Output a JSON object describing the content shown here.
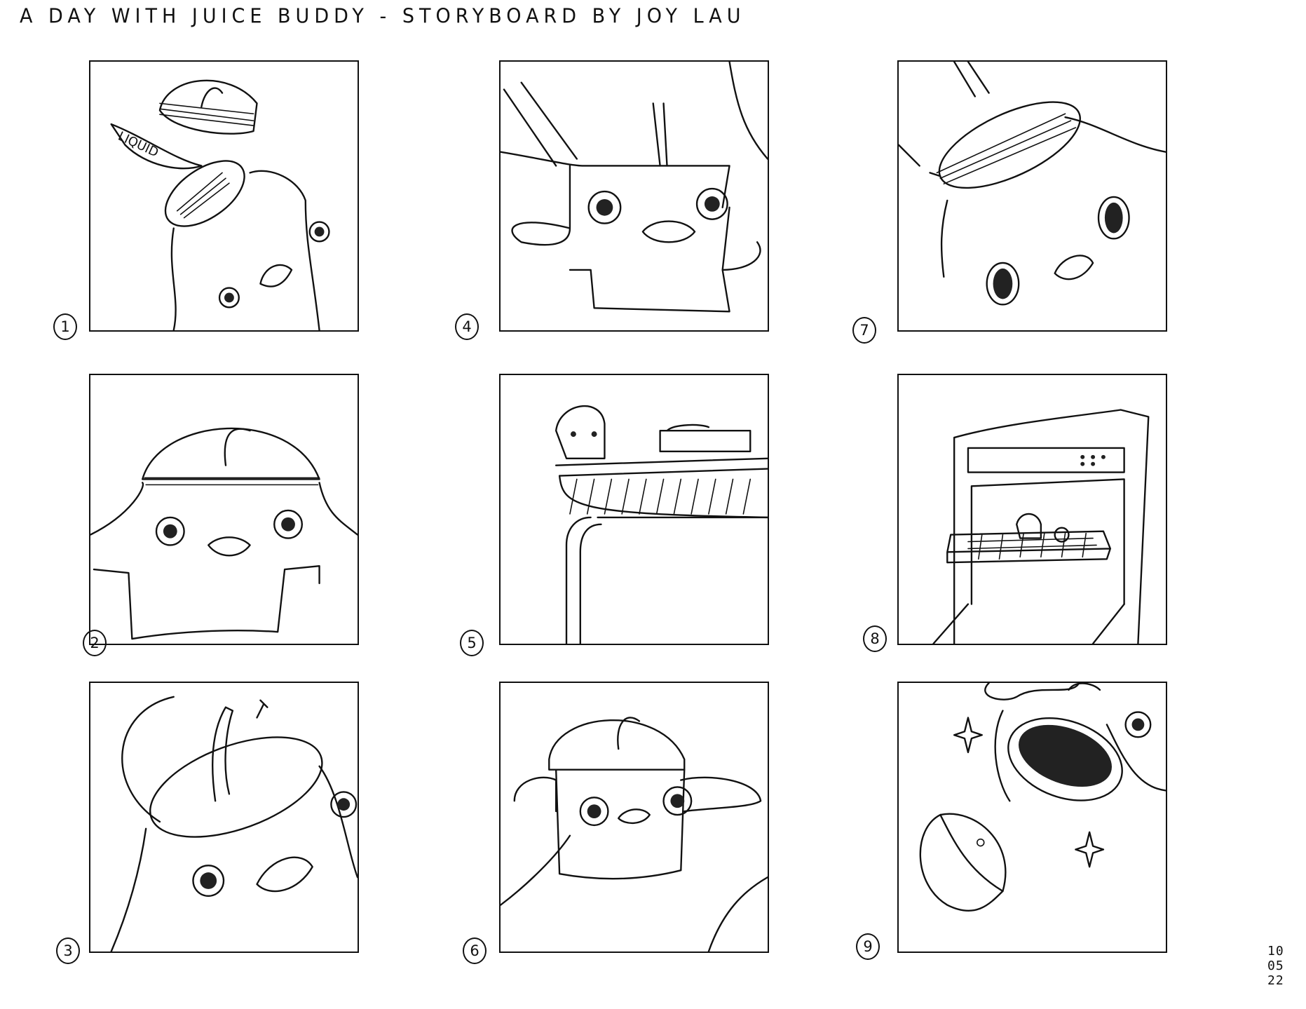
{
  "title": "A DAY WITH JUICE BUDDY - STORYBOARD BY JOY LAU",
  "date": {
    "line1": "10",
    "line2": "05",
    "line3": "22"
  },
  "panels": [
    {
      "number": "1",
      "caption": "LIQUID"
    },
    {
      "number": "2"
    },
    {
      "number": "3"
    },
    {
      "number": "4"
    },
    {
      "number": "5"
    },
    {
      "number": "6"
    },
    {
      "number": "7"
    },
    {
      "number": "8"
    },
    {
      "number": "9"
    }
  ]
}
